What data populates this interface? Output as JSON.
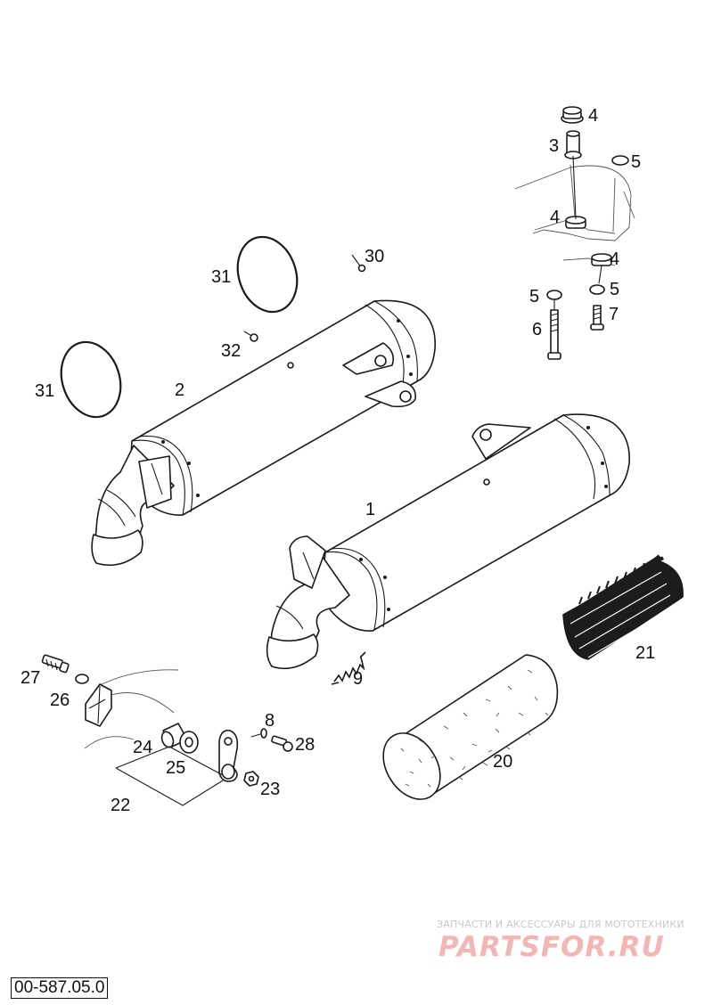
{
  "labels": {
    "p1": "1",
    "p2": "2",
    "p3": "3",
    "p4a": "4",
    "p4b": "4",
    "p4c": "4",
    "p5a": "5",
    "p5b": "5",
    "p5c": "5",
    "p6": "6",
    "p7": "7",
    "p8": "8",
    "p9": "9",
    "p20": "20",
    "p21": "21",
    "p22": "22",
    "p23": "23",
    "p24": "24",
    "p25": "25",
    "p26": "26",
    "p27": "27",
    "p28": "28",
    "p30": "30",
    "p31a": "31",
    "p31b": "31",
    "p32": "32"
  },
  "watermark": {
    "tagline": "ЗАПЧАСТИ И АКСЕССУАРЫ ДЛЯ МОТОТЕХНИКИ",
    "logo": "PARTSFOR.RU"
  },
  "diagram_code": "00-587.05.0"
}
